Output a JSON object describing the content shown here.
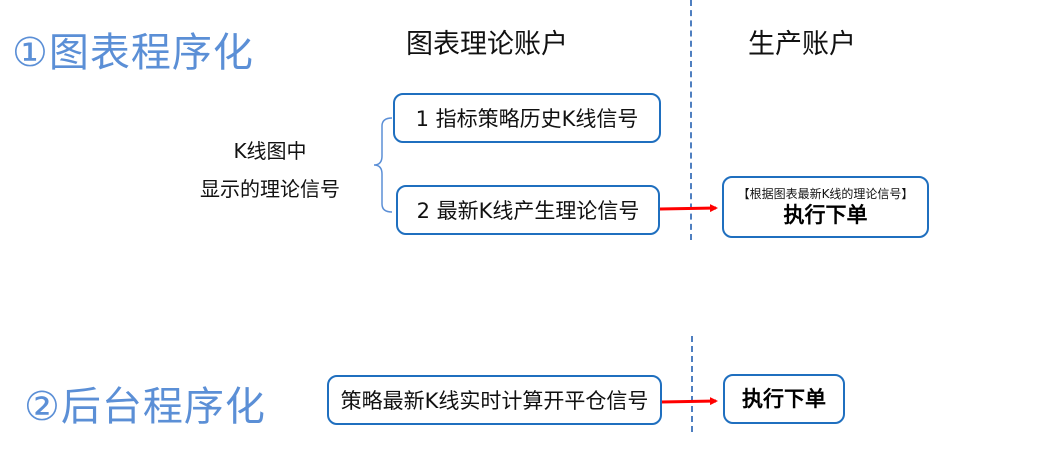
{
  "section1": {
    "title": "①图表程序化",
    "header_chart_account": "图表理论账户",
    "header_production_account": "生产账户",
    "kline_label_line1": "K线图中",
    "kline_label_line2": "显示的理论信号",
    "box_history_signal": "1 指标策略历史K线信号",
    "box_latest_signal": "2 最新K线产生理论信号",
    "exec_box_note": "【根据图表最新K线的理论信号】",
    "exec_box_action": "执行下单"
  },
  "section2": {
    "title": "②后台程序化",
    "box_realtime_signal": "策略最新K线实时计算开平仓信号",
    "exec_box_action": "执行下单"
  },
  "colors": {
    "title_blue": "#5b8fd6",
    "box_border": "#1f6fbf",
    "arrow_red": "#ff0000",
    "divider_blue": "#4f7fc0"
  }
}
